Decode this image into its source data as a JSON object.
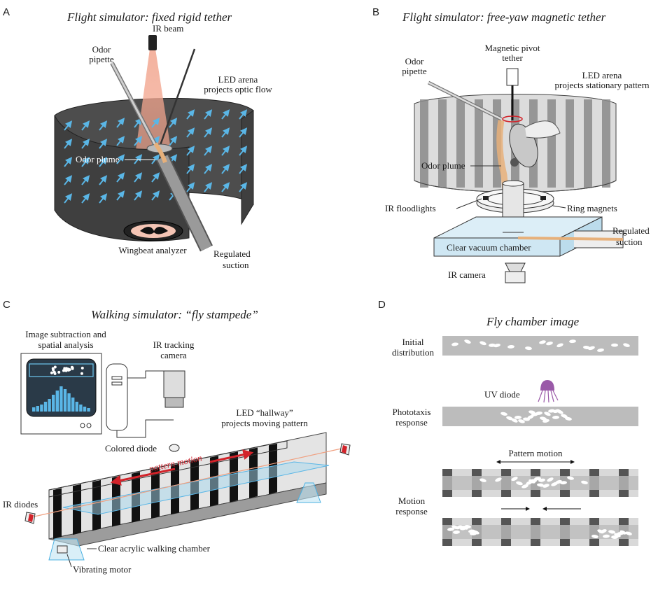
{
  "panels": {
    "a": {
      "letter": "A",
      "title": "Flight simulator: fixed rigid tether",
      "ir_beam": "IR beam",
      "odor_pipette": [
        "Odor",
        "pipette"
      ],
      "led_arena": [
        "LED arena",
        "projects optic flow"
      ],
      "odor_plume": "Odor plume",
      "wingbeat": "Wingbeat analyzer",
      "suction": [
        "Regulated",
        "suction"
      ]
    },
    "b": {
      "letter": "B",
      "title": "Flight simulator: free-yaw magnetic tether",
      "pivot": [
        "Magnetic pivot",
        "tether"
      ],
      "odor_pipette": [
        "Odor",
        "pipette"
      ],
      "led_arena": [
        "LED arena",
        "projects stationary pattern"
      ],
      "odor_plume": "Odor plume",
      "ir_flood": "IR floodlights",
      "ring_magnets": "Ring magnets",
      "suction": [
        "Regulated",
        "suction"
      ],
      "chamber": "Clear vacuum chamber",
      "camera": "IR camera"
    },
    "c": {
      "letter": "C",
      "title": "Walking simulator: “fly stampede”",
      "image_sub": [
        "Image subtraction and",
        "spatial analysis"
      ],
      "tracking": [
        "IR tracking",
        "camera"
      ],
      "hallway": [
        "LED “hallway”",
        "projects moving pattern"
      ],
      "colored_diode": "Colored diode",
      "pattern_motion": "pattern motion",
      "ir_diodes": "IR diodes",
      "walking_chamber": "Clear acrylic walking chamber",
      "motor": "Vibrating motor"
    },
    "d": {
      "letter": "D",
      "title": "Fly chamber image",
      "initial": [
        "Initial",
        "distribution"
      ],
      "uv": "UV diode",
      "phototaxis": [
        "Phototaxis",
        "response"
      ],
      "pattern_motion": "Pattern motion",
      "motion": [
        "Motion",
        "response"
      ]
    }
  },
  "colors": {
    "arena": "#555555",
    "arrow": "#5ab6e6",
    "beam": "#f2a58e",
    "plume": "#e7b07a",
    "chamber": "#cfe7f3",
    "uv": "#9a5aa8",
    "red": "#d2232a",
    "strip": "#bcbcbc"
  }
}
